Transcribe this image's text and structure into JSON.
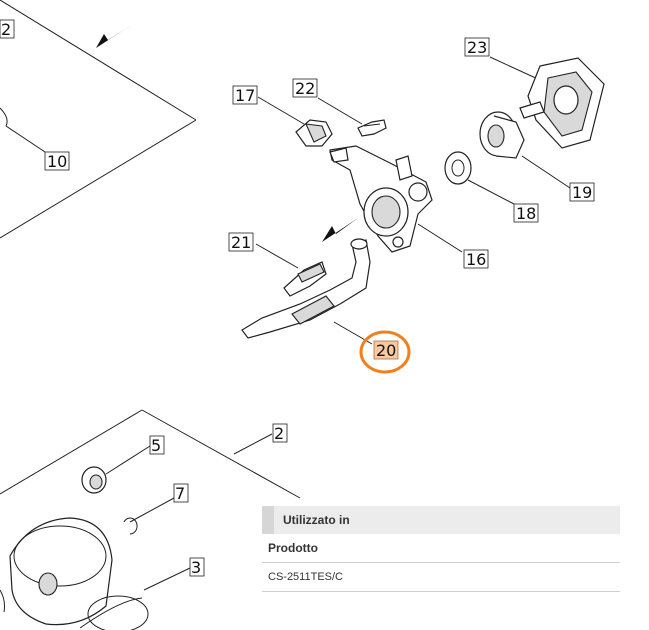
{
  "diagram": {
    "part_labels": {
      "p2_top": "2",
      "p10": "10",
      "p17": "17",
      "p22": "22",
      "p23": "23",
      "p19": "19",
      "p18": "18",
      "p16": "16",
      "p21": "21",
      "p20": "20",
      "p5": "5",
      "p2_bottom": "2",
      "p7": "7",
      "p3": "3"
    },
    "highlight_color": "#f07f1c"
  },
  "used_in": {
    "header": "Utilizzato in",
    "column_header": "Prodotto",
    "rows": [
      "CS-2511TES/C"
    ]
  }
}
